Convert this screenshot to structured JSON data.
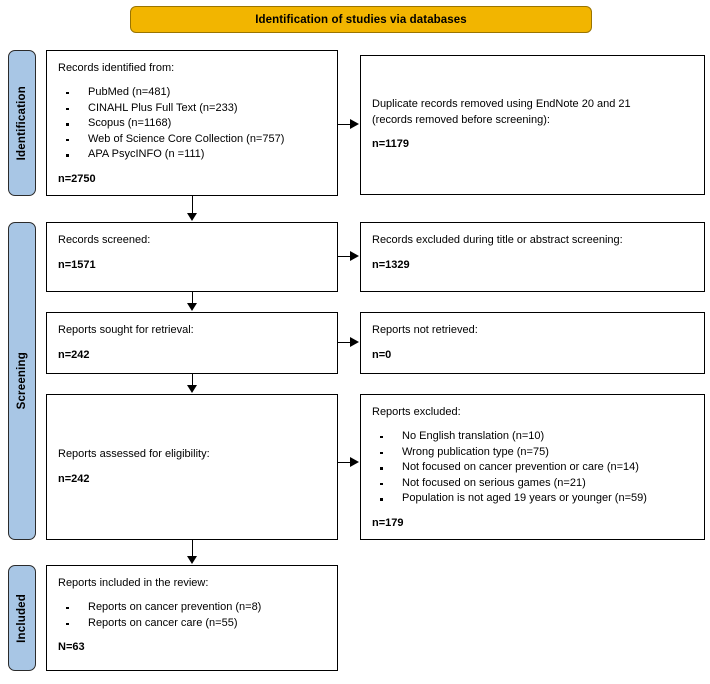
{
  "banner": {
    "title": "Identification of studies via databases",
    "fill_color": "#F2B500"
  },
  "stages": [
    {
      "key": "identification",
      "label": "Identification",
      "fill_color": "#A8C6E5"
    },
    {
      "key": "screening",
      "label": "Screening",
      "fill_color": "#A8C6E5"
    },
    {
      "key": "included",
      "label": "Included",
      "fill_color": "#A8C6E5"
    }
  ],
  "boxes": {
    "identified": {
      "heading": "Records identified from:",
      "items": [
        "PubMed (n=481)",
        "CINAHL Plus Full Text (n=233)",
        "Scopus (n=1168)",
        "Web of Science Core Collection (n=757)",
        "APA PsycINFO (n =111)"
      ],
      "count": "n=2750"
    },
    "duplicates": {
      "heading_line1": "Duplicate records removed using EndNote 20 and 21",
      "heading_line2": "(records removed before screening):",
      "count": "n=1179"
    },
    "screened": {
      "heading": "Records screened:",
      "count": "n=1571"
    },
    "excluded_screening": {
      "heading": "Records excluded during title or abstract screening:",
      "count": "n=1329"
    },
    "sought": {
      "heading": "Reports sought for retrieval:",
      "count": "n=242"
    },
    "not_retrieved": {
      "heading": "Reports not retrieved:",
      "count": "n=0"
    },
    "eligibility": {
      "heading": "Reports assessed for eligibility:",
      "count": "n=242"
    },
    "excluded": {
      "heading": "Reports excluded:",
      "items": [
        "No English translation (n=10)",
        "Wrong publication type (n=75)",
        "Not focused on cancer prevention or care (n=14)",
        "Not focused on serious games (n=21)",
        "Population is not aged 19 years or younger (n=59)"
      ],
      "count": "n=179"
    },
    "included": {
      "heading": "Reports included in the review:",
      "items": [
        "Reports on cancer prevention (n=8)",
        "Reports on cancer care (n=55)"
      ],
      "count": "N=63"
    }
  }
}
